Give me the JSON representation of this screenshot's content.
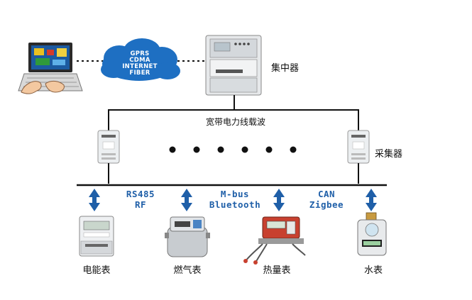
{
  "network": {
    "lines": [
      "GPRS",
      "CDMA",
      "INTERNET",
      "FIBER"
    ]
  },
  "labels": {
    "concentrator": "集中器",
    "plc": "宽带电力线载波",
    "collector": "采集器"
  },
  "protocols": [
    {
      "line1": "RS485",
      "line2": "RF"
    },
    {
      "line1": "M-bus",
      "line2": "Bluetooth"
    },
    {
      "line1": "CAN",
      "line2": "Zigbee"
    }
  ],
  "devices": [
    {
      "label": "电能表"
    },
    {
      "label": "燃气表"
    },
    {
      "label": "热量表"
    },
    {
      "label": "水表"
    }
  ],
  "colors": {
    "cloud": "#1e6fc2",
    "arrow": "#1f5fa8",
    "line": "#111111"
  }
}
